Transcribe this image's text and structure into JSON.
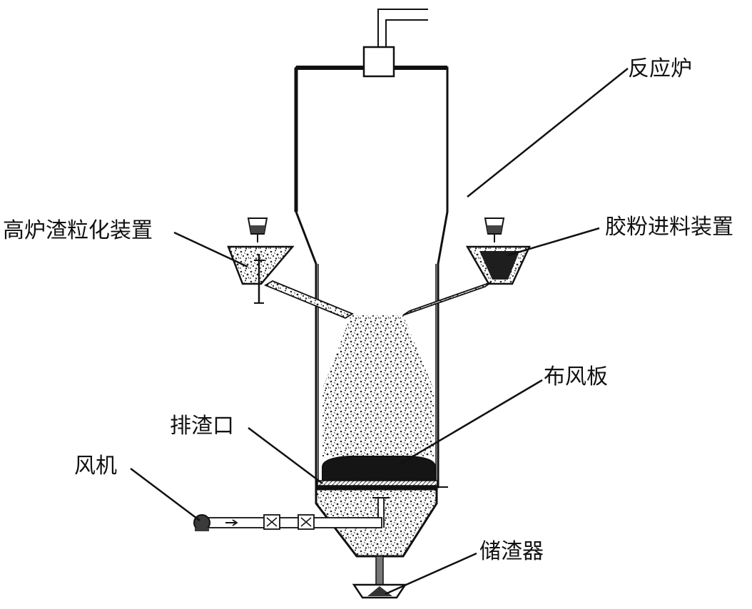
{
  "labels": {
    "reactor": "反应炉",
    "slag_granulator": "高炉渣粒化装置",
    "rubber_feeder": "胶粉进料装置",
    "air_distributor": "布风板",
    "slag_outlet": "排渣口",
    "fan": "风机",
    "slag_storage": "储渣器"
  },
  "colors": {
    "stroke": "#111111",
    "fill_dark": "#1a1a1a",
    "fill_mid": "#555555",
    "background": "#ffffff"
  }
}
